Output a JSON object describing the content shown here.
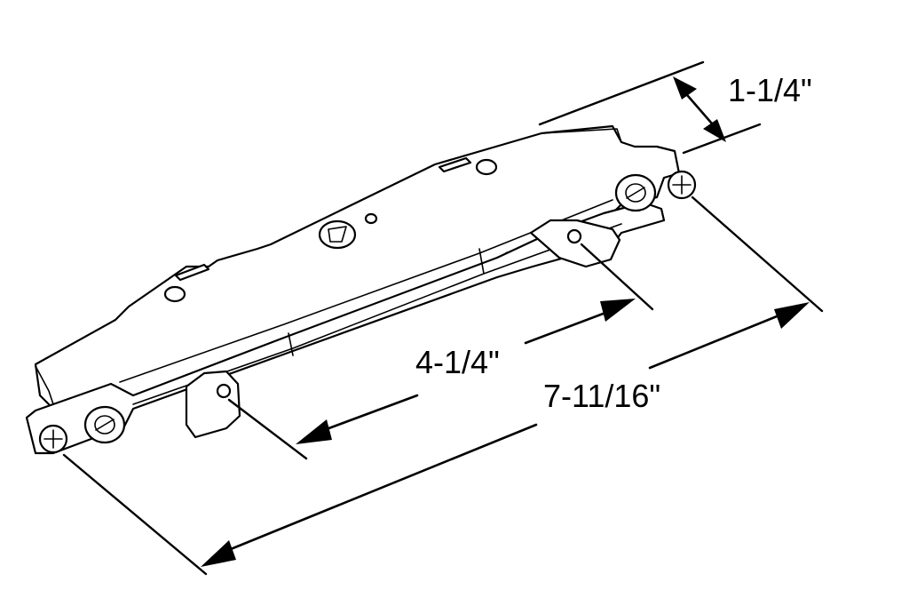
{
  "diagram": {
    "colors": {
      "line": "#000000",
      "background": "#ffffff"
    },
    "dimensions": {
      "height_label": "1-1/4\"",
      "latch_spacing_label": "4-1/4\"",
      "overall_length_label": "7-11/16\""
    },
    "icons": [
      "mortise-lock-body-icon",
      "screw-icon",
      "latch-hook-icon"
    ]
  }
}
